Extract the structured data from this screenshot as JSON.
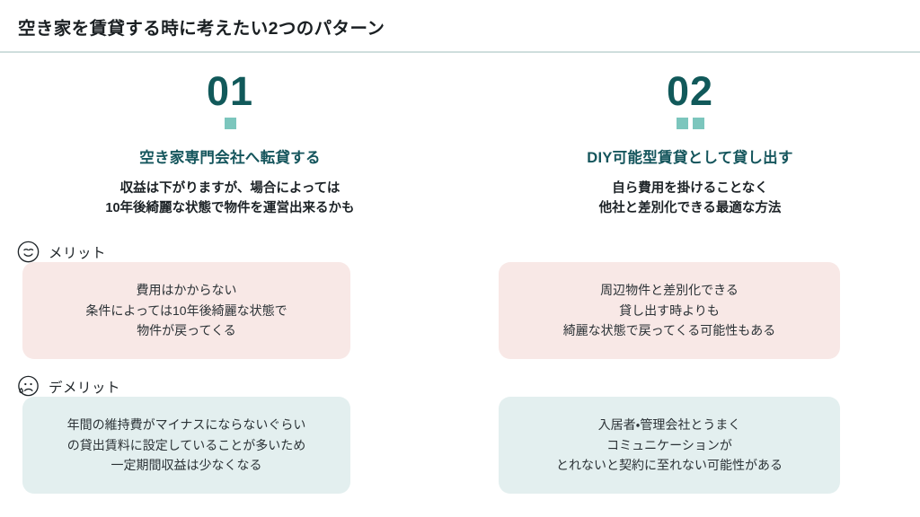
{
  "slide": {
    "title": "空き家を賃貸する時に考えたい2つのパターン"
  },
  "theme": {
    "number_color": "#11595a",
    "square_color": "#7cc6bd",
    "heading_color": "#14555c",
    "merit_box_color": "#f8e8e6",
    "demerit_box_color": "#e3efef",
    "rule_color": "#cfdedd"
  },
  "columns": [
    {
      "number": "01",
      "square_count": 1,
      "heading": "空き家専門会社へ転貸する",
      "subtitle_lines": [
        "収益は下がりますが、場合によっては",
        "10年後綺麗な状態で物件を運営出来るかも"
      ],
      "merit": {
        "icon": "smiley-face-icon",
        "label": "メリット",
        "lines": [
          "費用はかからない",
          "条件によっては10年後綺麗な状態で",
          "物件が戻ってくる"
        ]
      },
      "demerit": {
        "icon": "sad-face-icon",
        "label": "デメリット",
        "lines": [
          "年間の維持費がマイナスにならないぐらい",
          "の貸出賃料に設定していることが多いため",
          "一定期間収益は少なくなる"
        ]
      }
    },
    {
      "number": "02",
      "square_count": 2,
      "heading": "DIY可能型賃貸として貸し出す",
      "subtitle_lines": [
        "自ら費用を掛けることなく",
        "他社と差別化できる最適な方法"
      ],
      "merit": {
        "lines": [
          "周辺物件と差別化できる",
          "貸し出す時よりも",
          "綺麗な状態で戻ってくる可能性もある"
        ]
      },
      "demerit": {
        "lines": [
          "入居者・管理会社とうまく",
          "コミュニケーションが",
          "とれないと契約に至れない可能性がある"
        ]
      }
    }
  ]
}
